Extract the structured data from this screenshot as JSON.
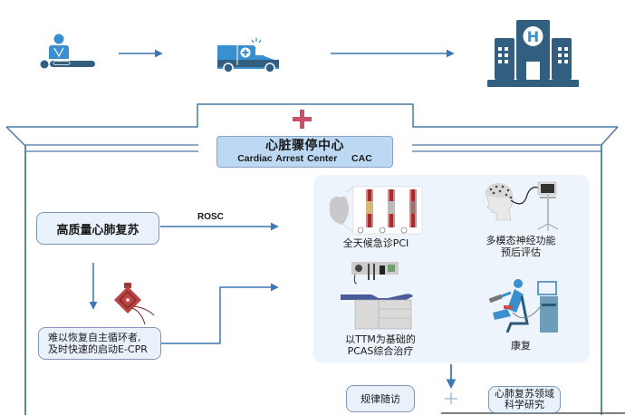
{
  "diagram": {
    "title": "Cardiac Arrest Center workflow",
    "top_row": {
      "icons": [
        "cpr-person-icon",
        "ambulance-icon",
        "hospital-icon"
      ]
    },
    "center": {
      "name_cn": "心脏骤停中心",
      "name_en": "Cardiac Arrest Center    CAC",
      "symbol": "red-cross-icon"
    },
    "left_flow": {
      "cpr_label": "高质量心肺复苏",
      "rosc_label": "ROSC",
      "ecpr_label_line1": "难以恢复自主循环者,",
      "ecpr_label_line2": "及时快速的启动E-CPR"
    },
    "services": [
      {
        "label": "全天候急诊PCI",
        "icon": "pci-stent-icon"
      },
      {
        "label_line1": "多模态神经功能",
        "label_line2": "预后评估",
        "icon": "eeg-monitor-icon"
      },
      {
        "label_line1": "以TTM为基础的",
        "label_line2": "PCAS综合治疗",
        "icon": "icu-bed-icon"
      },
      {
        "label": "康复",
        "icon": "rehab-bike-icon"
      }
    ],
    "bottom": {
      "follow_up": "规律随访",
      "plus": "+",
      "research_line1": "心肺复苏领域",
      "research_line2": "科学研究"
    },
    "colors": {
      "line": "#3f6f9c",
      "arrow": "#3b78b5",
      "icon_blue": "#3a8fcf",
      "icon_dark": "#325f80",
      "cross": "#c9506d",
      "box_fill": "#e9f1fb",
      "cac_fill": "#bcd8f2",
      "panel_fill": "#eef4fb"
    }
  }
}
